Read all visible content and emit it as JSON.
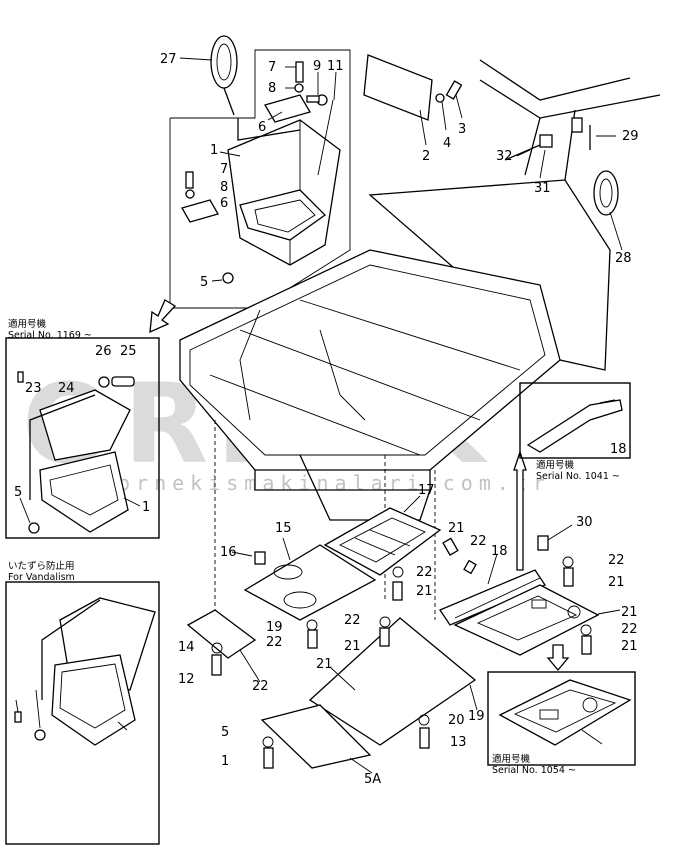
{
  "watermark": {
    "brand": "ORNEK",
    "url": "ornekismakinalari.com.tr"
  },
  "insets": {
    "serial_1169": {
      "jp": "適用号機",
      "en": "Serial No. 1169 ~"
    },
    "vandalism": {
      "jp": "いたずら防止用",
      "en": "For Vandalism"
    },
    "serial_1041": {
      "jp": "適用号機",
      "en": "Serial No. 1041 ~"
    },
    "serial_1054": {
      "jp": "適用号機",
      "en": "Serial No. 1054 ~"
    }
  },
  "callouts": [
    "27",
    "7",
    "8",
    "9",
    "11",
    "6",
    "1",
    "7",
    "8",
    "6",
    "5",
    "2",
    "4",
    "3",
    "29",
    "32",
    "31",
    "28",
    "26",
    "25",
    "23",
    "24",
    "5",
    "1",
    "18",
    "17",
    "15",
    "16",
    "21",
    "22",
    "18",
    "30",
    "22",
    "21",
    "22",
    "21",
    "22",
    "21",
    "19",
    "22",
    "21",
    "22",
    "21",
    "14",
    "12",
    "22",
    "21",
    "20",
    "13",
    "19",
    "5A",
    "5",
    "1"
  ]
}
